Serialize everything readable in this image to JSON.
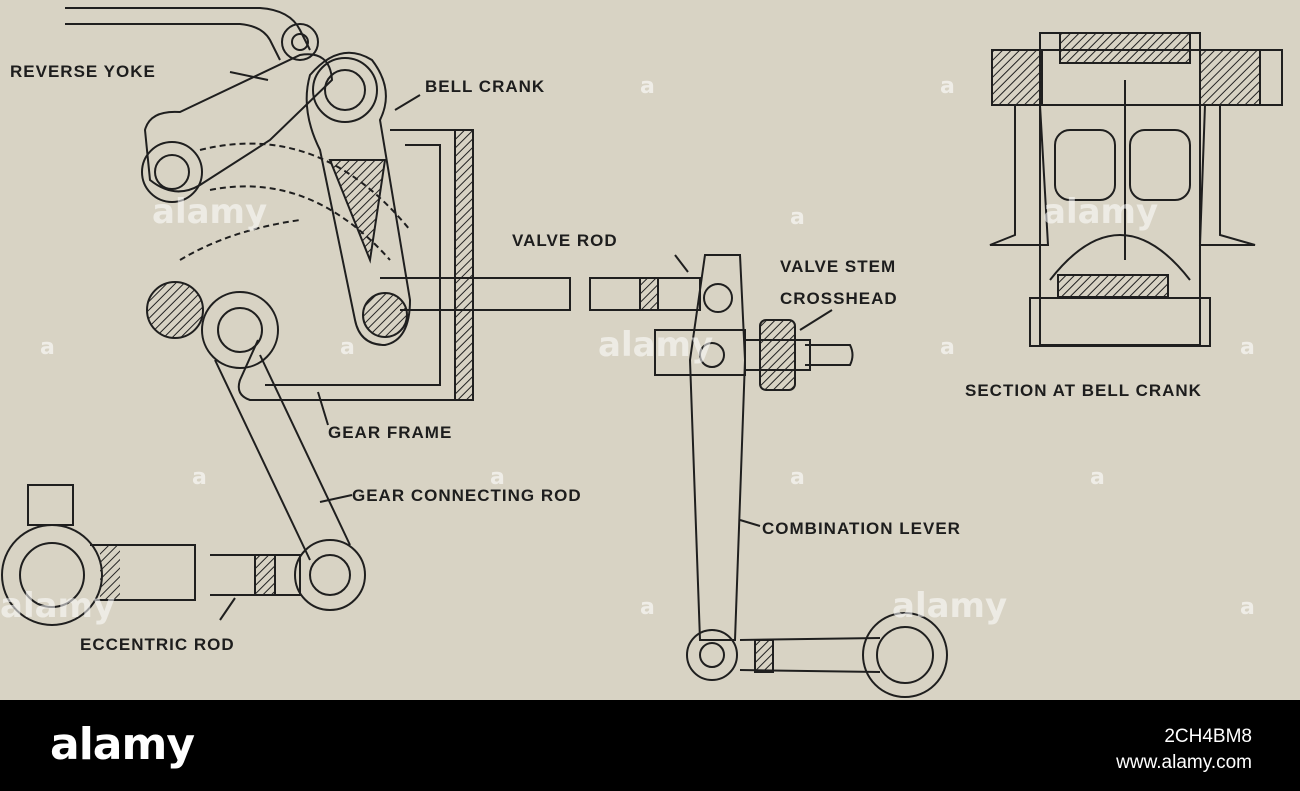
{
  "labels": {
    "reverse_yoke": "REVERSE YOKE",
    "bell_crank": "BELL CRANK",
    "valve_rod": "VALVE ROD",
    "valve_stem": "VALVE STEM",
    "crosshead": "CROSSHEAD",
    "section": "SECTION AT BELL CRANK",
    "gear_frame": "GEAR FRAME",
    "gear_connecting_rod": "GEAR CONNECTING ROD",
    "combination_lever": "COMBINATION LEVER",
    "eccentric_rod": "ECCENTRIC ROD"
  },
  "watermark": {
    "text": "alamy",
    "letter": "a"
  },
  "footer": {
    "brand": "alamy",
    "image_id": "2CH4BM8",
    "site": "www.alamy.com"
  },
  "colors": {
    "paper": "#d8d3c4",
    "ink": "#1d1d1d",
    "footer": "#000000"
  }
}
